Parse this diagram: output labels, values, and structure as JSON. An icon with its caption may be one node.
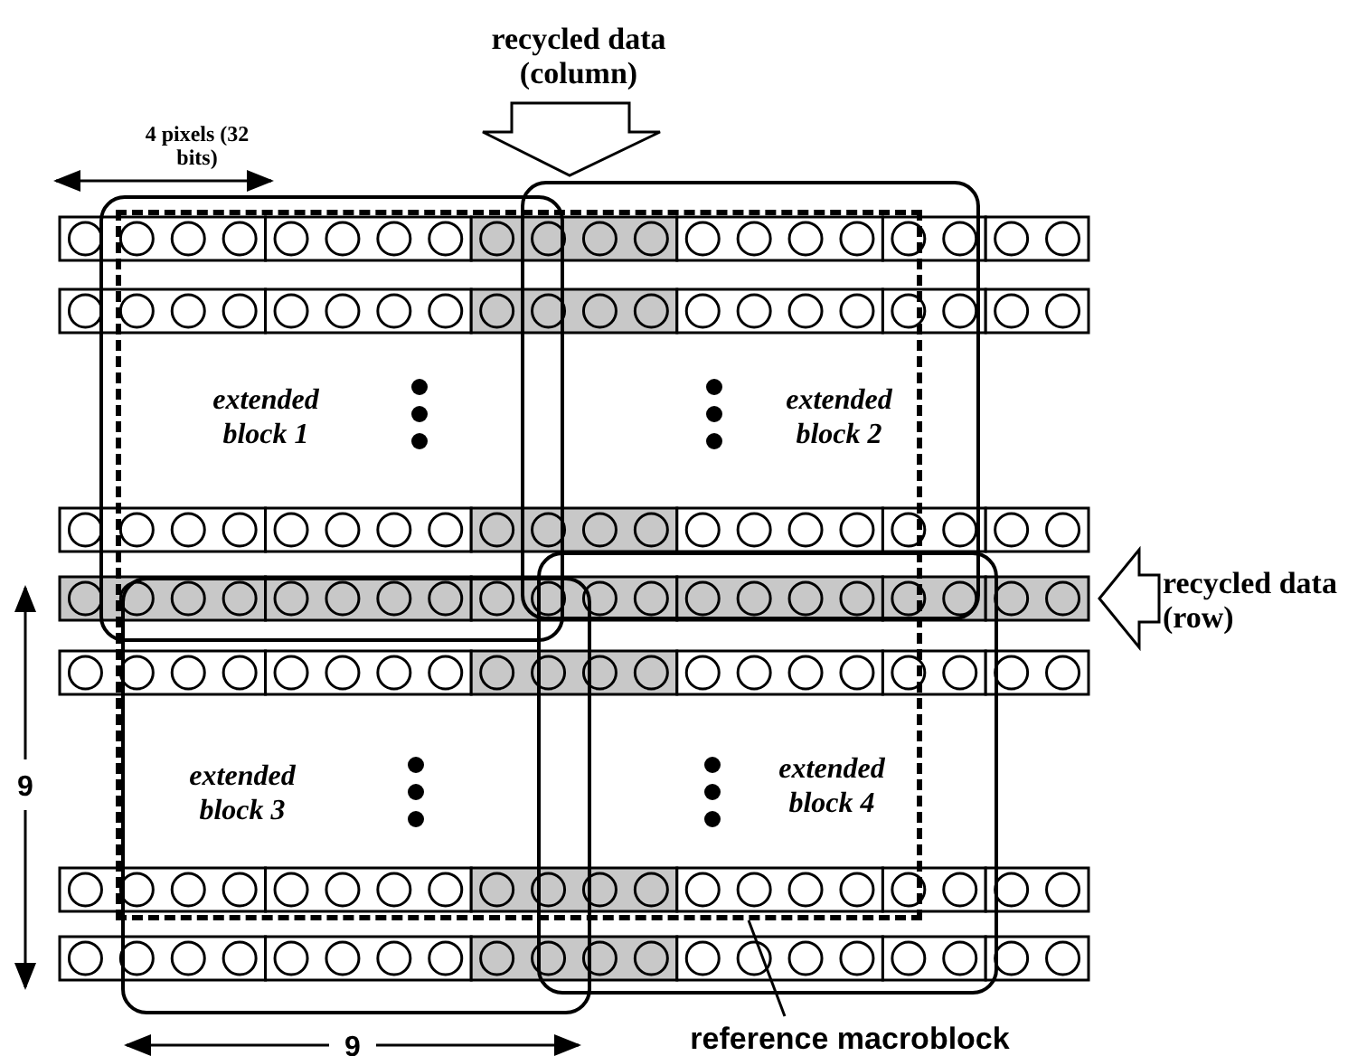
{
  "diagram": {
    "nodes": [
      {
        "text": [
          "extended block 1"
        ]
      },
      {
        "text": [
          "extended block 2"
        ]
      },
      {
        "text": [
          "extended block 3"
        ]
      },
      {
        "text": [
          "extended block 4"
        ]
      },
      {
        "text": [],
        "shape": "box"
      },
      {
        "text": [
          "reference macroblock"
        ]
      }
    ],
    "edges": [
      {
        "from": 5,
        "to": 4,
        "arrow": "none"
      }
    ],
    "labels": [
      "recycled data (column)",
      "4 pixels (32 bits)",
      "recycled data (row)",
      "9",
      "9"
    ]
  }
}
